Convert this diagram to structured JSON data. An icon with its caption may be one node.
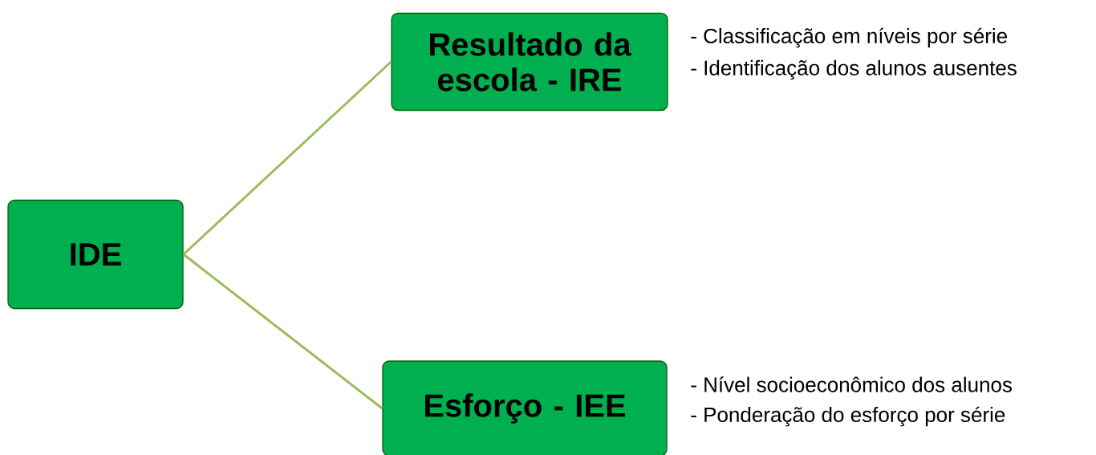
{
  "diagram": {
    "nodes": [
      {
        "text": [
          "IDE"
        ]
      },
      {
        "text": [
          "Resultado da escola - IRE"
        ],
        "beside": [
          "- Classificação em níveis por série",
          "- Identificação dos alunos ausentes"
        ]
      },
      {
        "text": [
          "Esforço - IEE"
        ],
        "beside": [
          "- Nível socioeconômico dos alunos",
          "- Ponderação do esforço por série"
        ]
      }
    ],
    "edges": [
      {
        "from": 0,
        "to": 1,
        "arrow": "none"
      },
      {
        "from": 0,
        "to": 2,
        "arrow": "none"
      }
    ]
  }
}
